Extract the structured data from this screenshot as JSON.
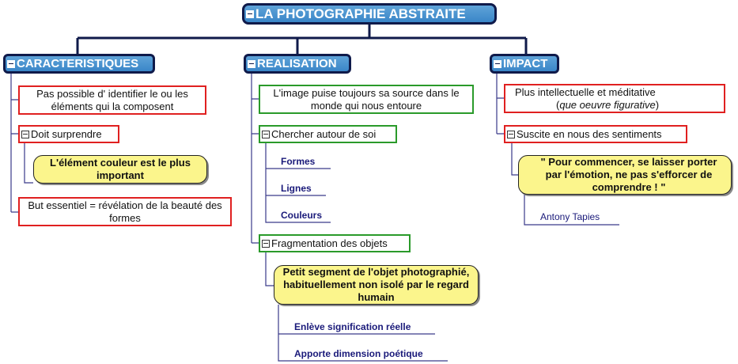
{
  "root": {
    "title": "LA PHOTOGRAPHIE ABSTRAITE"
  },
  "branches": {
    "caracteristiques": {
      "title": "CARACTERISTIQUES",
      "node1": "Pas possible d' identifier le ou les éléments qui la composent",
      "node2": "Doit surprendre",
      "node2_callout": "L'élément couleur est le plus important",
      "node3": "But essentiel = révélation de la beauté des formes"
    },
    "realisation": {
      "title": "REALISATION",
      "node1": "L'image puise toujours sa source dans le monde qui nous entoure",
      "node2": "Chercher autour de soi",
      "node2_leaves": [
        "Formes",
        "Lignes",
        "Couleurs"
      ],
      "node3": "Fragmentation des objets",
      "node3_callout": "Petit segment de l'objet photographié, habituellement non isolé par le regard humain",
      "node3_leaves": [
        "Enlève signification réelle",
        "Apporte dimension poétique"
      ]
    },
    "impact": {
      "title": "IMPACT",
      "node1_line1": "Plus intellectuelle et méditative",
      "node1_line2_open": "(",
      "node1_line2_italic": "que oeuvre figurative",
      "node1_line2_close": ")",
      "node2": "Suscite en nous des sentiments",
      "node2_callout": "\" Pour commencer, se laisser porter par l'émotion, ne pas s'efforcer de comprendre ! \"",
      "node2_leaf": "Antony Tapies"
    }
  },
  "colors": {
    "main": "#3a86c8",
    "red": "#e02020",
    "green": "#2a9a2a",
    "callout": "#fbf58c",
    "line": "#0f1a4a",
    "leaf": "#1a1a7a"
  }
}
